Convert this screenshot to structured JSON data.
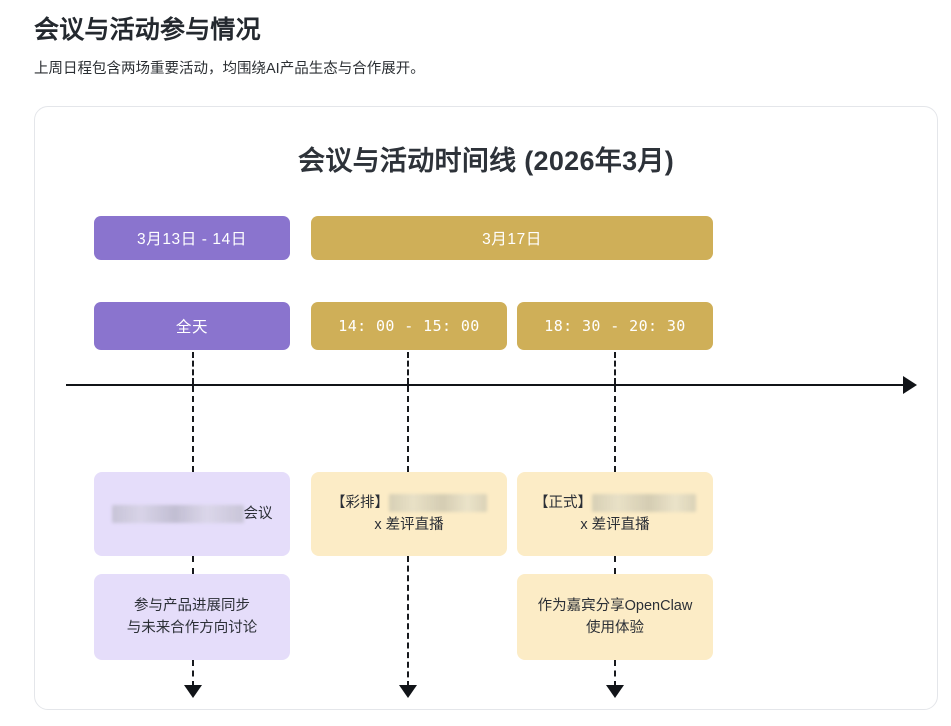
{
  "header": {
    "title": "会议与活动参与情况",
    "subtitle": "上周日程包含两场重要活动，均围绕AI产品生态与合作展开。"
  },
  "timeline": {
    "title": "会议与活动时间线 (2026年3月)",
    "accent_purple": "#8A74CE",
    "accent_gold": "#CFAF58",
    "soft_purple": "#E5DDFA",
    "soft_yellow": "#FCECC6",
    "date_badges": [
      {
        "label": "3月13日 - 14日",
        "color": "purple"
      },
      {
        "label": "3月17日",
        "color": "gold"
      }
    ],
    "time_badges": [
      {
        "label": "全天",
        "color": "purple"
      },
      {
        "label": "14: 00 - 15: 00",
        "color": "gold"
      },
      {
        "label": "18: 30 - 20: 30",
        "color": "gold"
      }
    ],
    "events": [
      {
        "prefix": "",
        "redacted": true,
        "suffix": "会议",
        "color": "purple-soft"
      },
      {
        "prefix": "【彩排】",
        "redacted": true,
        "suffix": "x 差评直播",
        "color": "yellow-soft"
      },
      {
        "prefix": "【正式】",
        "redacted": true,
        "suffix": "x 差评直播",
        "color": "yellow-soft"
      }
    ],
    "descriptions": [
      {
        "line1": "参与产品进展同步",
        "line2": "与未来合作方向讨论",
        "color": "purple-soft"
      },
      {
        "line1": "作为嘉宾分享OpenClaw",
        "line2": "使用体验",
        "color": "yellow-soft"
      }
    ]
  }
}
